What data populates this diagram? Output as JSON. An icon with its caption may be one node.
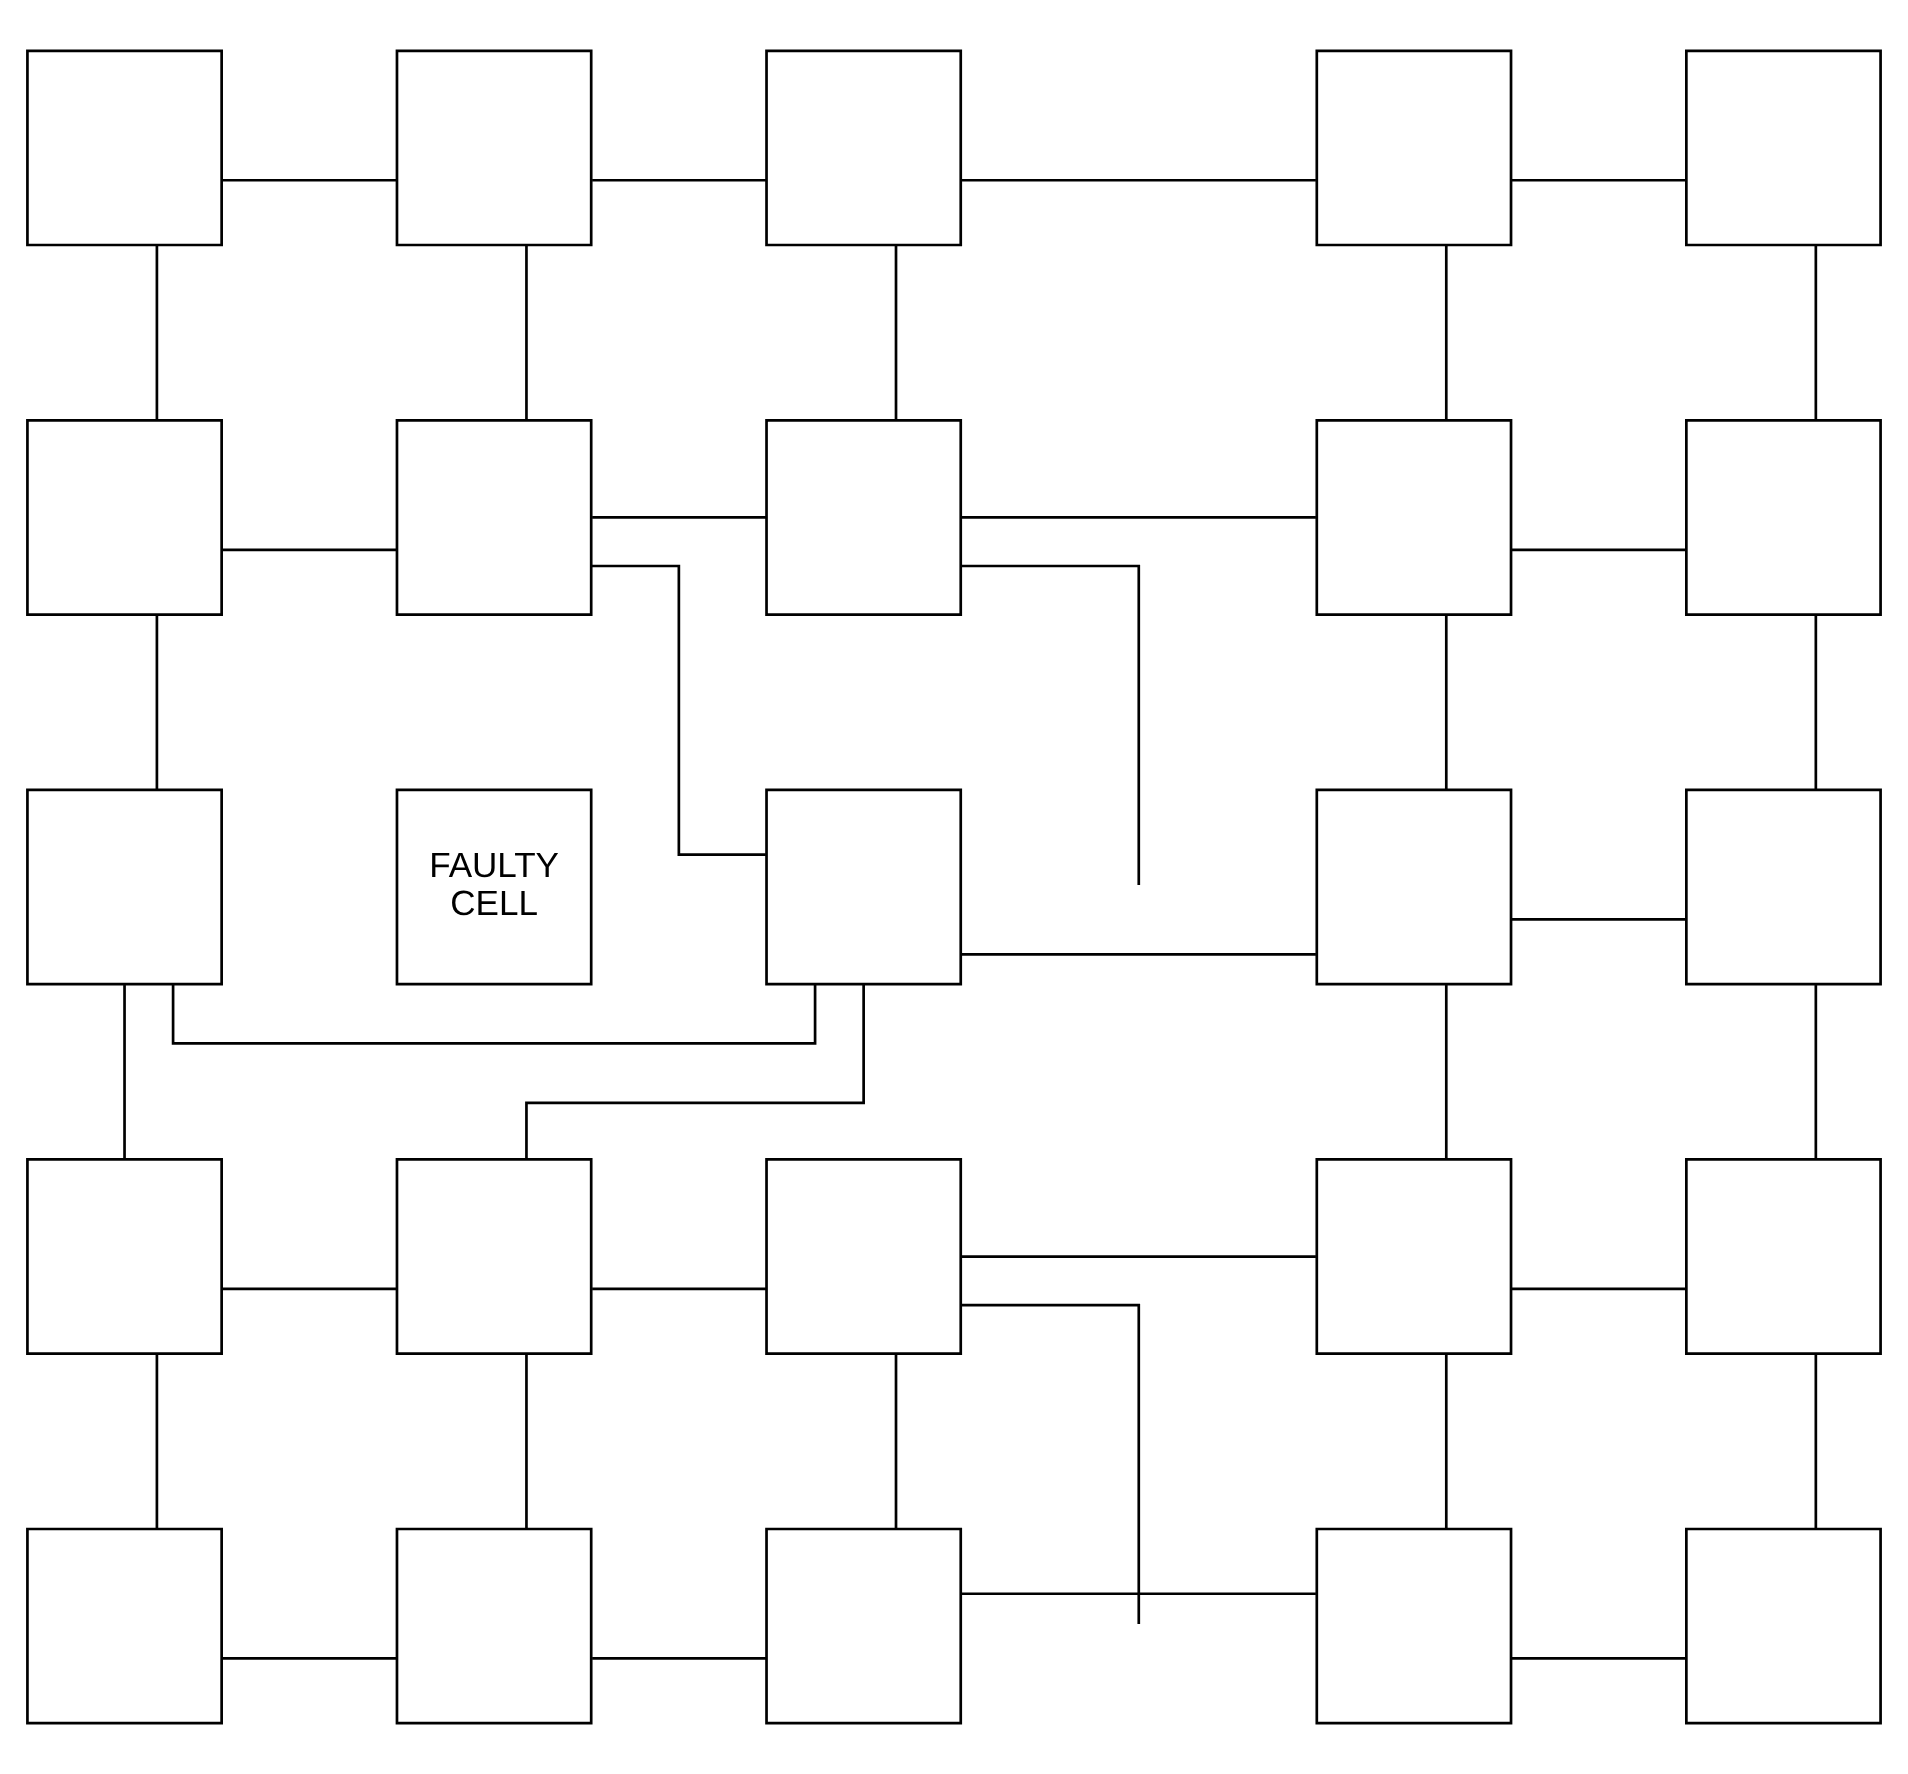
{
  "diagram": {
    "nodes": [
      {
        "text": [],
        "shape": "box"
      },
      {
        "text": [],
        "shape": "box"
      },
      {
        "text": [],
        "shape": "box"
      },
      {
        "text": [],
        "shape": "box"
      },
      {
        "text": [],
        "shape": "box"
      },
      {
        "text": [],
        "shape": "box"
      },
      {
        "text": [],
        "shape": "box"
      },
      {
        "text": [],
        "shape": "box"
      },
      {
        "text": [],
        "shape": "box"
      },
      {
        "text": [],
        "shape": "box"
      },
      {
        "text": [],
        "shape": "box"
      },
      {
        "text": [
          "FAULTY CELL"
        ]
      },
      {
        "text": [],
        "shape": "box"
      },
      {
        "text": [],
        "shape": "box"
      },
      {
        "text": [],
        "shape": "box"
      },
      {
        "text": [],
        "shape": "box"
      },
      {
        "text": [],
        "shape": "box"
      },
      {
        "text": [],
        "shape": "box"
      },
      {
        "text": [],
        "shape": "box"
      },
      {
        "text": [],
        "shape": "box"
      },
      {
        "text": [],
        "shape": "box"
      },
      {
        "text": [],
        "shape": "box"
      },
      {
        "text": [],
        "shape": "box"
      },
      {
        "text": [],
        "shape": "box"
      },
      {
        "text": [],
        "shape": "box"
      }
    ],
    "edges": [
      {
        "from": 0,
        "to": 1,
        "arrow": "none"
      },
      {
        "from": 1,
        "to": 2,
        "arrow": "none"
      },
      {
        "from": 2,
        "to": 3,
        "arrow": "none"
      },
      {
        "from": 3,
        "to": 4,
        "arrow": "none"
      },
      {
        "from": 0,
        "to": 5,
        "arrow": "none"
      },
      {
        "from": 1,
        "to": 6,
        "arrow": "none"
      },
      {
        "from": 2,
        "to": 7,
        "arrow": "none"
      },
      {
        "from": 3,
        "to": 8,
        "arrow": "none"
      },
      {
        "from": 4,
        "to": 9,
        "arrow": "none"
      },
      {
        "from": 5,
        "to": 6,
        "arrow": "none"
      },
      {
        "from": 6,
        "to": 7,
        "arrow": "none"
      },
      {
        "from": 7,
        "to": 8,
        "arrow": "none"
      },
      {
        "from": 8,
        "to": 9,
        "arrow": "none"
      },
      {
        "from": 5,
        "to": 10,
        "arrow": "none"
      },
      {
        "from": 6,
        "to": 12,
        "arrow": "none"
      },
      {
        "from": 7,
        "to": null,
        "arrow": "none"
      },
      {
        "from": 8,
        "to": 13,
        "arrow": "none"
      },
      {
        "from": 9,
        "to": 14,
        "arrow": "none"
      },
      {
        "from": 10,
        "to": 12,
        "arrow": "none"
      },
      {
        "from": 12,
        "to": 13,
        "arrow": "none"
      },
      {
        "from": 13,
        "to": 14,
        "arrow": "none"
      },
      {
        "from": 10,
        "to": 15,
        "arrow": "none"
      },
      {
        "from": 12,
        "to": 16,
        "arrow": "none"
      },
      {
        "from": 17,
        "to": null,
        "arrow": "none"
      },
      {
        "from": 13,
        "to": 18,
        "arrow": "none"
      },
      {
        "from": 14,
        "to": 19,
        "arrow": "none"
      },
      {
        "from": 15,
        "to": 16,
        "arrow": "none"
      },
      {
        "from": 16,
        "to": 17,
        "arrow": "none"
      },
      {
        "from": 17,
        "to": 18,
        "arrow": "none"
      },
      {
        "from": 18,
        "to": 19,
        "arrow": "none"
      },
      {
        "from": 15,
        "to": 20,
        "arrow": "none"
      },
      {
        "from": 16,
        "to": 21,
        "arrow": "none"
      },
      {
        "from": 17,
        "to": 22,
        "arrow": "none"
      },
      {
        "from": 18,
        "to": 23,
        "arrow": "none"
      },
      {
        "from": 19,
        "to": 24,
        "arrow": "none"
      },
      {
        "from": 20,
        "to": 21,
        "arrow": "none"
      },
      {
        "from": 21,
        "to": 22,
        "arrow": "none"
      },
      {
        "from": 22,
        "to": 23,
        "arrow": "none"
      },
      {
        "from": 23,
        "to": 24,
        "arrow": "none"
      }
    ]
  }
}
